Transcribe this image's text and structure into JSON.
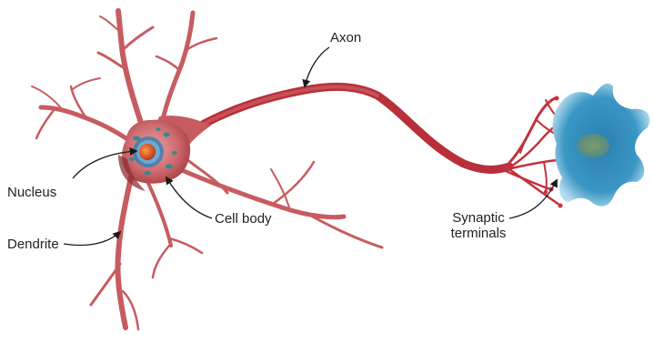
{
  "labels": {
    "axon": "Axon",
    "nucleus": "Nucleus",
    "cell_body": "Cell body",
    "dendrite": "Dendrite",
    "synaptic_terminals_line1": "Synaptic",
    "synaptic_terminals_line2": "terminals"
  },
  "colors": {
    "neuron_fill": "#c9585d",
    "neuron_dark": "#a63a3e",
    "neuron_light": "#e7a3a2",
    "axon_red": "#b8303a",
    "terminal_red": "#c2323d",
    "nucleus_core": "#e0632e",
    "target_cell_blue": "#2f86b3",
    "target_cell_light": "#8cc3de",
    "target_nucleus": "#6e8f63",
    "arrow": "#1a1a1a"
  }
}
